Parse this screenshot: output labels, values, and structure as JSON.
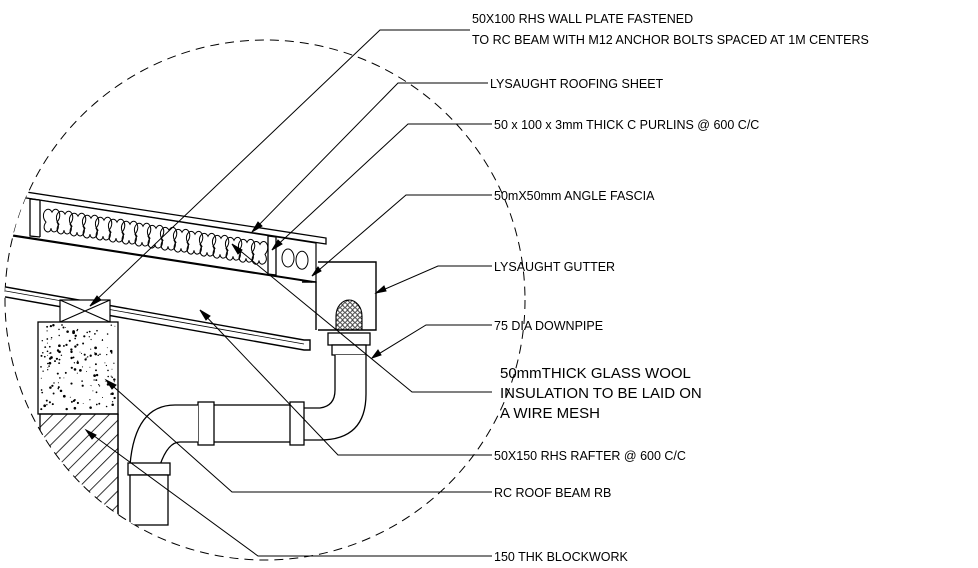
{
  "labels": {
    "wall_plate_line1": "50X100 RHS WALL PLATE FASTENED",
    "wall_plate_line2": "TO RC BEAM WITH M12 ANCHOR BOLTS SPACED AT 1M CENTERS",
    "roofing_sheet": "LYSAUGHT ROOFING  SHEET",
    "purlins": "50 x 100 x 3mm THICK C PURLINS @ 600 C/C",
    "fascia": "50mX50mm ANGLE FASCIA",
    "gutter": "LYSAUGHT GUTTER",
    "downpipe": "75 DIA DOWNPIPE",
    "insulation_line1": "50mmTHICK GLASS WOOL",
    "insulation_line2": "INSULATION TO BE LAID ON",
    "insulation_line3": "A WIRE MESH",
    "rafter": "50X150 RHS RAFTER @ 600 C/C",
    "beam": "RC ROOF BEAM RB",
    "blockwork": "150 THK BLOCKWORK"
  },
  "colors": {
    "line": "#000000",
    "background": "#ffffff"
  }
}
